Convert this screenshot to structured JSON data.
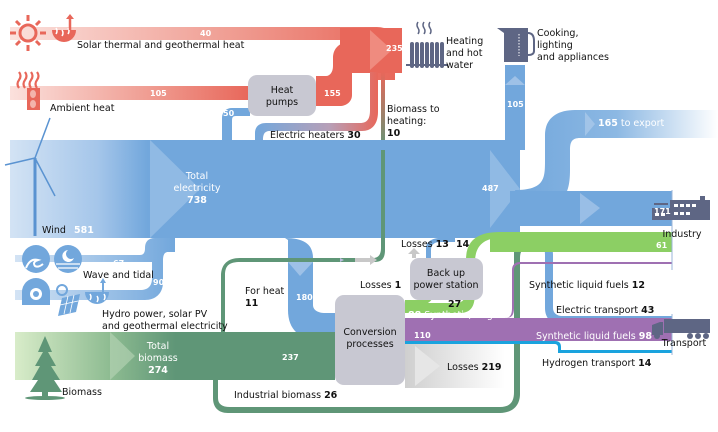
{
  "colors": {
    "heat": "#e8675a",
    "heat_light": "#f3b3ab",
    "electricity": "#72a7dc",
    "electricity_light": "#c9dcf1",
    "biomass": "#5f9677",
    "biomass_light": "#cfe7c4",
    "synth_gas": "#8ccf64",
    "synth_liquid": "#9f70b2",
    "hydrogen": "#1aa3de",
    "losses": "#d6d6d6",
    "node": "#c8c8d2",
    "icon_dark": "#5e6684"
  },
  "sources": {
    "solar_thermal": {
      "label": "Solar thermal and geothermal heat",
      "value": "40"
    },
    "ambient": {
      "label": "Ambient heat",
      "value": "105"
    },
    "wind": {
      "label": "Wind",
      "value": "581"
    },
    "wave_tidal": {
      "label": "Wave and tidal",
      "value": "67"
    },
    "hydro": {
      "label_line1": "Hydro power, solar PV",
      "label_line2": "and geothermal electricity"
    },
    "hydro_combined_value": "90",
    "biomass": {
      "label": "Biomass"
    }
  },
  "nodes": {
    "heat_pumps": {
      "line1": "Heat",
      "line2": "pumps"
    },
    "total_electricity": {
      "line1": "Total",
      "line2": "electricity",
      "value": "738"
    },
    "total_biomass": {
      "line1": "Total",
      "line2": "biomass",
      "value": "274"
    },
    "conversion": {
      "line1": "Conversion",
      "line2": "processes"
    },
    "backup": {
      "line1": "Back up",
      "line2": "power station"
    }
  },
  "flows": {
    "heat_pumps_out": "155",
    "heat_pumps_elec_in": "50",
    "electric_heaters": {
      "label": "Electric heaters",
      "value": "30"
    },
    "heating_total": "235",
    "biomass_heating": {
      "line1": "Biomass to",
      "line2": "heating:",
      "value": "10"
    },
    "cooking_value": "105",
    "export": {
      "value": "165",
      "label": "to export"
    },
    "elec_main": "487",
    "industry_elec": "171",
    "industry_gas": "61",
    "to_conversion_elec": "180",
    "for_heat": {
      "label": "For heat",
      "value": "11"
    },
    "losses_1": {
      "label": "Losses",
      "value": "1"
    },
    "losses_13": {
      "label": "Losses",
      "value": "13"
    },
    "backup_out": "14",
    "backup_in": "27",
    "synth_biogas": {
      "value": "88",
      "label": "Synthetic/biogas"
    },
    "conversion_liquid": "110",
    "losses_219": {
      "label": "Losses",
      "value": "219"
    },
    "biomass_to_conv": "237",
    "industrial_biomass": {
      "label": "Industrial biomass",
      "value": "26"
    },
    "synth_liquid_industry": {
      "label": "Synthetic liquid fuels",
      "value": "12"
    },
    "electric_transport": {
      "label": "Electric transport",
      "value": "43"
    },
    "synth_liquid_transport": {
      "label": "Synthetic liquid fuels",
      "value": "98"
    },
    "hydrogen_transport": {
      "label": "Hydrogen transport",
      "value": "14"
    }
  },
  "sinks": {
    "heating": {
      "line1": "Heating",
      "line2": "and hot",
      "line3": "water"
    },
    "cooking": {
      "line1": "Cooking,",
      "line2": "lighting",
      "line3": "and appliances"
    },
    "industry": {
      "label": "Industry"
    },
    "transport": {
      "label": "Transport"
    }
  },
  "icons": [
    "sun-icon",
    "geothermal-icon",
    "heat-pump-unit-icon",
    "wind-turbine-icon",
    "wave-icon",
    "tidal-moon-icon",
    "hydro-turbine-icon",
    "solar-panel-icon",
    "geothermal-electric-icon",
    "tree-icon",
    "radiator-icon",
    "jug-icon",
    "factory-icon",
    "truck-icon"
  ]
}
